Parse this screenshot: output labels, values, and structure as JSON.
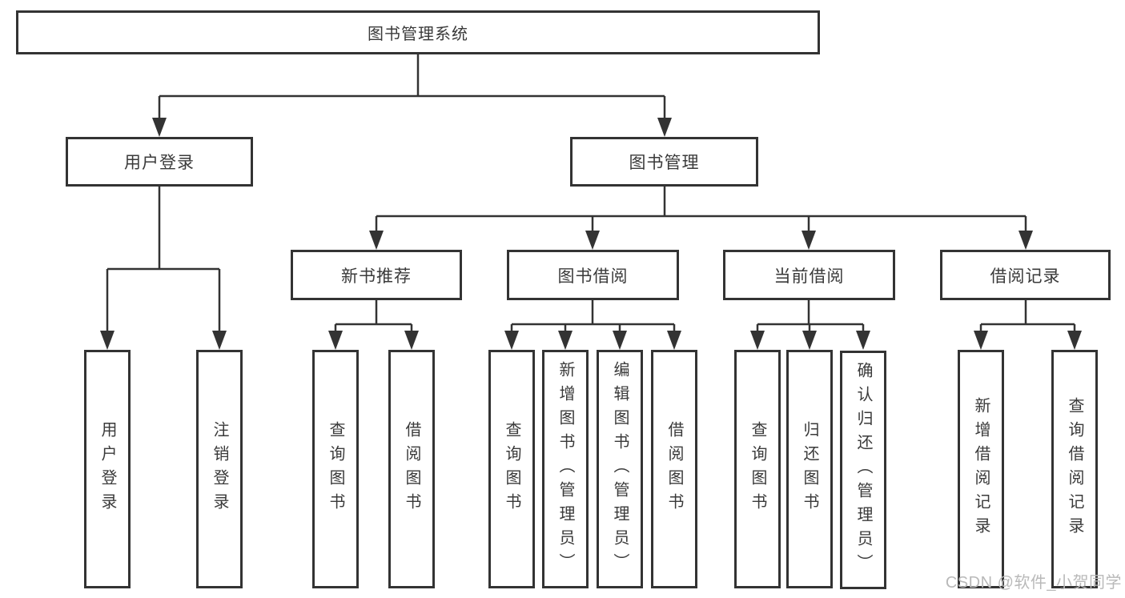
{
  "diagram": {
    "root": {
      "label": "图书管理系统"
    },
    "branches": [
      {
        "label": "用户登录",
        "children": [
          {
            "label": "用户登录"
          },
          {
            "label": "注销登录"
          }
        ]
      },
      {
        "label": "图书管理",
        "children": [
          {
            "label": "新书推荐",
            "children": [
              {
                "label": "查询图书"
              },
              {
                "label": "借阅图书"
              }
            ]
          },
          {
            "label": "图书借阅",
            "children": [
              {
                "label": "查询图书"
              },
              {
                "label": "新增图书（管理员）"
              },
              {
                "label": "编辑图书（管理员）"
              },
              {
                "label": "借阅图书"
              }
            ]
          },
          {
            "label": "当前借阅",
            "children": [
              {
                "label": "查询图书"
              },
              {
                "label": "归还图书"
              },
              {
                "label": "确认归还（管理员）"
              }
            ]
          },
          {
            "label": "借阅记录",
            "children": [
              {
                "label": "新增借阅记录"
              },
              {
                "label": "查询借阅记录"
              }
            ]
          }
        ]
      }
    ]
  },
  "watermark": {
    "text": "CSDN @软件_小贺同学",
    "color": "#b9b9b9"
  },
  "colors": {
    "line": "#333333",
    "box_border": "#333333",
    "text": "#3a3a3a",
    "background": "#ffffff"
  }
}
